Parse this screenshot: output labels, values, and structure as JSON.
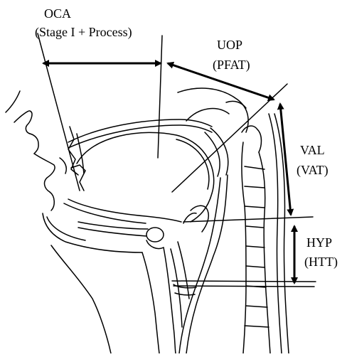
{
  "labels": {
    "oca": "OCA",
    "oca_sub": "(Stage I + Process)",
    "uop": "UOP",
    "uop_sub": "(PFAT)",
    "val": "VAL",
    "val_sub": "(VAT)",
    "hyp": "HYP",
    "hyp_sub": "(HTT)"
  },
  "colors": {
    "ink": "#000000",
    "background": "#ffffff"
  }
}
